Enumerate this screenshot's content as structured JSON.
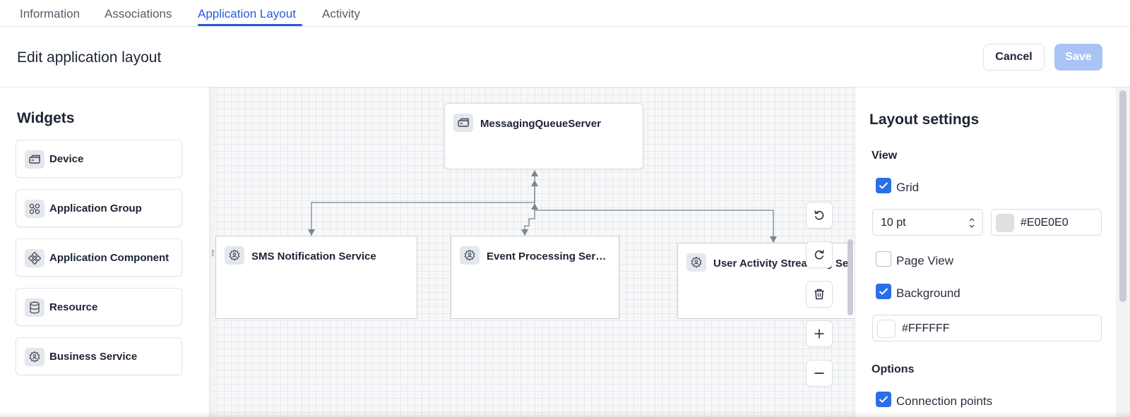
{
  "tabs": [
    {
      "label": "Information",
      "active": false
    },
    {
      "label": "Associations",
      "active": false
    },
    {
      "label": "Application Layout",
      "active": true
    },
    {
      "label": "Activity",
      "active": false
    }
  ],
  "header": {
    "title": "Edit application layout",
    "cancel_label": "Cancel",
    "save_label": "Save"
  },
  "widgets": {
    "title": "Widgets",
    "items": [
      {
        "label": "Device",
        "icon": "device-icon"
      },
      {
        "label": "Application Group",
        "icon": "application-group-icon"
      },
      {
        "label": "Application Component",
        "icon": "application-component-icon"
      },
      {
        "label": "Resource",
        "icon": "database-icon"
      },
      {
        "label": "Business Service",
        "icon": "business-service-icon"
      }
    ]
  },
  "canvas": {
    "nodes": [
      {
        "label": "MessagingQueueServer",
        "icon": "device-icon"
      },
      {
        "label": "SMS Notification Service",
        "icon": "business-service-icon"
      },
      {
        "label": "Event Processing Ser…",
        "icon": "business-service-icon"
      },
      {
        "label": "User Activity Streaming Se",
        "icon": "business-service-icon"
      }
    ],
    "controls": [
      "undo-icon",
      "redo-icon",
      "trash-icon",
      "zoom-in-icon",
      "zoom-out-icon"
    ]
  },
  "settings": {
    "title": "Layout settings",
    "view_label": "View",
    "grid_label": "Grid",
    "grid_checked": true,
    "grid_size": "10 pt",
    "grid_color": "#E0E0E0",
    "page_view_label": "Page View",
    "page_view_checked": false,
    "background_label": "Background",
    "background_checked": true,
    "background_color": "#FFFFFF",
    "options_label": "Options",
    "connection_points_label": "Connection points",
    "connection_points_checked": true
  },
  "colors": {
    "accent": "#2a5bd7",
    "checkbox": "#2b6fe6",
    "save_disabled": "#a9c3f4",
    "connector": "#7a8593"
  }
}
